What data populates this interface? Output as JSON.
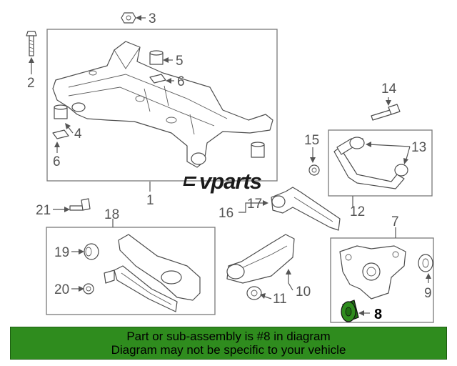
{
  "logo": {
    "text": "vparts",
    "icon": "vparts-logo-mark-icon"
  },
  "callouts": {
    "c1": "1",
    "c2": "2",
    "c3": "3",
    "c4": "4",
    "c5": "5",
    "c6a": "6",
    "c6b": "6",
    "c7": "7",
    "c8": "8",
    "c9": "9",
    "c10": "10",
    "c11": "11",
    "c12": "12",
    "c13": "13",
    "c14": "14",
    "c15": "15",
    "c16": "16",
    "c17": "17",
    "c18": "18",
    "c19": "19",
    "c20": "20",
    "c21": "21"
  },
  "highlight": {
    "part_number": "8",
    "color": "#2f8c1e",
    "part_color": "#1f6e12"
  },
  "banner": {
    "line1": "Part or sub-assembly is #8 in diagram",
    "line2": "Diagram may not be specific to your vehicle",
    "background": "#2f8c1e"
  }
}
